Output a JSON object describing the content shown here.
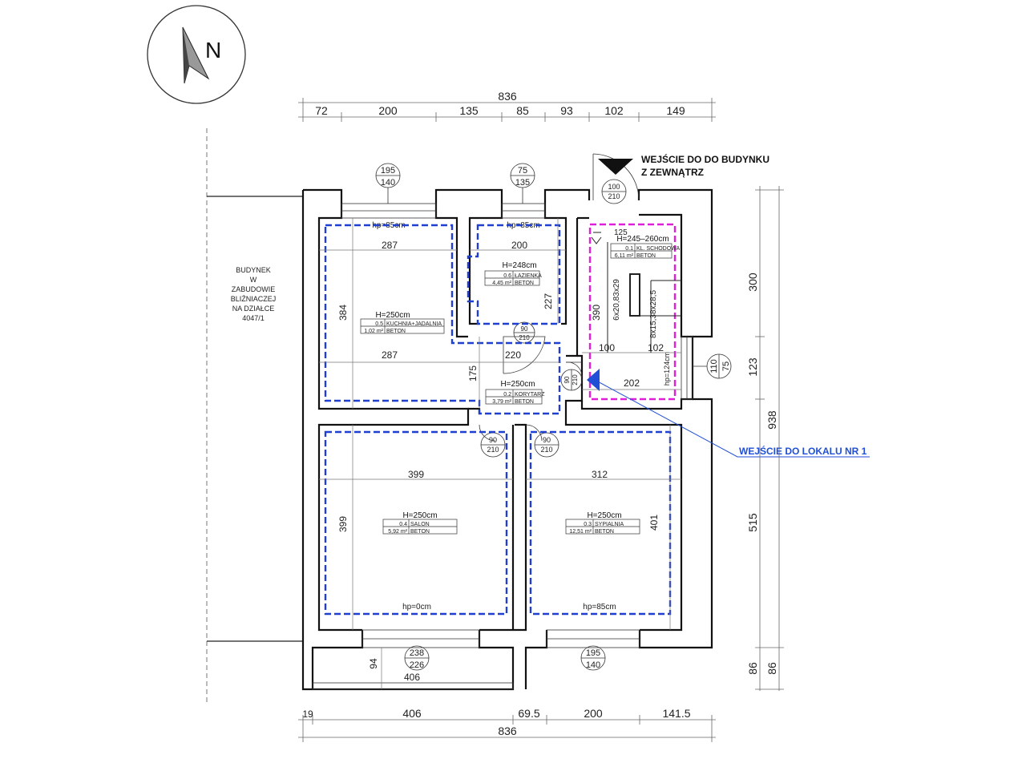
{
  "north_label": "N",
  "top_dims": {
    "total": "836",
    "segments": [
      "72",
      "200",
      "135",
      "85",
      "93",
      "102",
      "149"
    ]
  },
  "bottom_dims": {
    "total": "836",
    "segments": [
      "19",
      "406",
      "69.5",
      "200",
      "141.5"
    ]
  },
  "right_dims": {
    "total": "938",
    "segments": [
      "300",
      "123",
      "515",
      "86"
    ],
    "bottom_extra": "86"
  },
  "neighbor": {
    "lines": [
      "BUDYNEK",
      "W",
      "ZABUDOWIE",
      "BLIŹNIACZEJ",
      "NA DZIAŁCE",
      "4047/1"
    ]
  },
  "entrance_building": {
    "line1": "WEJŚCIE DO DO BUDYNKU",
    "line2": "Z ZEWNĄTRZ"
  },
  "entrance_unit": "WEJŚCIE DO LOKALU NR 1",
  "windows": {
    "kitchen": {
      "w": "195",
      "h": "140",
      "hp": "hp=85cm"
    },
    "bath": {
      "w": "75",
      "h": "135",
      "hp": "hp=85cm"
    },
    "stair": {
      "w": "110",
      "h": "75",
      "hp": "hp=124cm"
    },
    "salon": {
      "w": "238",
      "h": "226",
      "hp": "hp=0cm"
    },
    "bedroom": {
      "w": "195",
      "h": "140",
      "hp": "hp=85cm"
    }
  },
  "doors": {
    "entry_top": {
      "w": "100",
      "h": "210"
    },
    "bath": {
      "w": "90",
      "h": "210"
    },
    "unit": {
      "w": "90",
      "h": "210"
    },
    "salon": {
      "w": "90",
      "h": "210"
    },
    "bedroom": {
      "w": "90",
      "h": "210"
    }
  },
  "rooms": {
    "kitchen": {
      "height": "H=250cm",
      "code": "0.5",
      "name": "KUCHNIA+JADALNIA",
      "area": "1,02 m²",
      "floor": "BETON",
      "dim_top": "287",
      "dim_bottom": "287",
      "dim_side": "384"
    },
    "bath": {
      "height": "H=248cm",
      "code": "0.6",
      "name": "ŁAZIENKA",
      "area": "4,45 m²",
      "floor": "BETON",
      "dim_top": "200",
      "dim_side": "227"
    },
    "stair": {
      "height": "H=245–260cm",
      "code": "0.1",
      "name": "KL. SCHODOWA",
      "area": "6,11 m²",
      "floor": "BETON",
      "dim_side": "390",
      "dim_a": "100",
      "dim_b": "102",
      "dim_bottom": "202",
      "steps1": "6x20,83x29",
      "steps2": "8x15,38x28,5",
      "level": "125"
    },
    "corridor": {
      "height": "H=250cm",
      "code": "0.2",
      "name": "KORYTARZ",
      "area": "3,79 m²",
      "floor": "BETON",
      "dim_top": "220",
      "dim_side": "175"
    },
    "salon": {
      "height": "H=250cm",
      "code": "0.4",
      "name": "SALON",
      "area": "5,92 m²",
      "floor": "BETON",
      "dim_top": "399",
      "dim_side": "399",
      "bottom_dim": "406",
      "depth": "94"
    },
    "bedroom": {
      "height": "H=250cm",
      "code": "0.3",
      "name": "SYPIALNIA",
      "area": "12,51 m²",
      "floor": "BETON",
      "dim_top": "312",
      "dim_side": "401"
    }
  },
  "colors": {
    "wall": "#111111",
    "room_outline": "#1f3fd0",
    "stair_outline": "#e020d8",
    "dimension": "#555555",
    "marker": "#1f4fd6"
  }
}
